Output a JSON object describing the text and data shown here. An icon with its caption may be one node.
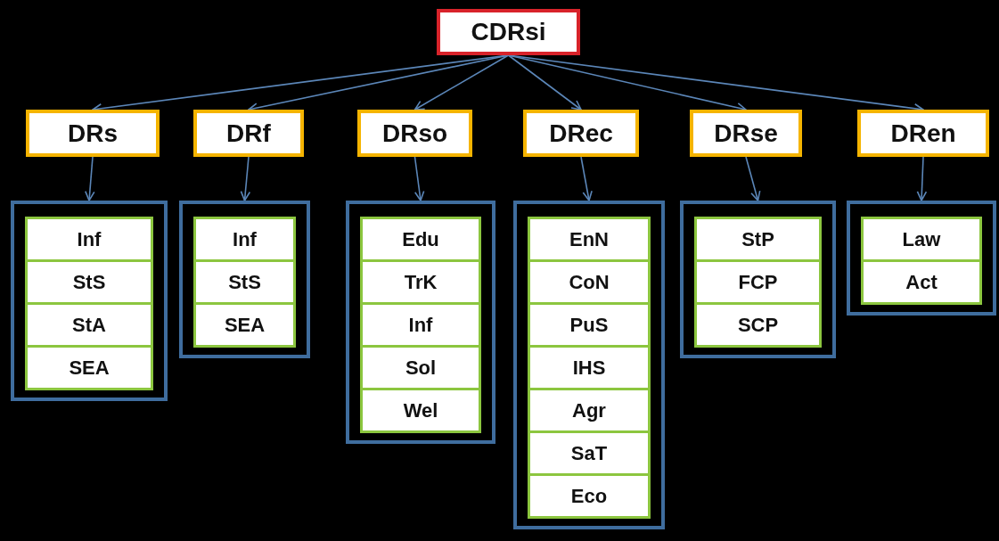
{
  "diagram": {
    "nodes": [
      {
        "text": [
          "CDRsi"
        ]
      },
      {
        "text": [
          "DRs"
        ]
      },
      {
        "text": [
          "DRf"
        ]
      },
      {
        "text": [
          "DRso"
        ]
      },
      {
        "text": [
          "DRec"
        ]
      },
      {
        "text": [
          "DRse"
        ]
      },
      {
        "text": [
          "DRen"
        ]
      },
      {
        "text": [],
        "shape": "box"
      },
      {
        "text": [
          "Inf"
        ],
        "in": 7
      },
      {
        "text": [
          "StS"
        ],
        "in": 7
      },
      {
        "text": [
          "StA"
        ],
        "in": 7
      },
      {
        "text": [
          "SEA"
        ],
        "in": 7
      },
      {
        "text": [],
        "shape": "box"
      },
      {
        "text": [
          "Inf"
        ],
        "in": 12
      },
      {
        "text": [
          "StS"
        ],
        "in": 12
      },
      {
        "text": [
          "SEA"
        ],
        "in": 12
      },
      {
        "text": [],
        "shape": "box"
      },
      {
        "text": [
          "Edu"
        ],
        "in": 16
      },
      {
        "text": [
          "TrK"
        ],
        "in": 16
      },
      {
        "text": [
          "Inf"
        ],
        "in": 16
      },
      {
        "text": [
          "Sol"
        ],
        "in": 16
      },
      {
        "text": [
          "Wel"
        ],
        "in": 16
      },
      {
        "text": [],
        "shape": "box"
      },
      {
        "text": [
          "EnN"
        ],
        "in": 22
      },
      {
        "text": [
          "CoN"
        ],
        "in": 22
      },
      {
        "text": [
          "PuS"
        ],
        "in": 22
      },
      {
        "text": [
          "IHS"
        ],
        "in": 22
      },
      {
        "text": [
          "Agr"
        ],
        "in": 22
      },
      {
        "text": [
          "SaT"
        ],
        "in": 22
      },
      {
        "text": [
          "Eco"
        ],
        "in": 22
      },
      {
        "text": [],
        "shape": "box"
      },
      {
        "text": [
          "StP"
        ],
        "in": 30
      },
      {
        "text": [
          "FCP"
        ],
        "in": 30
      },
      {
        "text": [
          "SCP"
        ],
        "in": 30
      },
      {
        "text": [],
        "shape": "box"
      },
      {
        "text": [
          "Law"
        ],
        "in": 34
      },
      {
        "text": [
          "Act"
        ],
        "in": 34
      }
    ],
    "edges": [
      {
        "from": 0,
        "to": 1,
        "arrow": "to"
      },
      {
        "from": 0,
        "to": 2,
        "arrow": "to"
      },
      {
        "from": 0,
        "to": 3,
        "arrow": "to"
      },
      {
        "from": 0,
        "to": 4,
        "arrow": "to"
      },
      {
        "from": 0,
        "to": 5,
        "arrow": "to"
      },
      {
        "from": 0,
        "to": 6,
        "arrow": "to"
      },
      {
        "from": 1,
        "to": 7,
        "arrow": "to"
      },
      {
        "from": 2,
        "to": 12,
        "arrow": "to"
      },
      {
        "from": 3,
        "to": 16,
        "arrow": "to"
      },
      {
        "from": 4,
        "to": 22,
        "arrow": "to"
      },
      {
        "from": 5,
        "to": 30,
        "arrow": "to"
      },
      {
        "from": 6,
        "to": 34,
        "arrow": "to"
      }
    ]
  }
}
